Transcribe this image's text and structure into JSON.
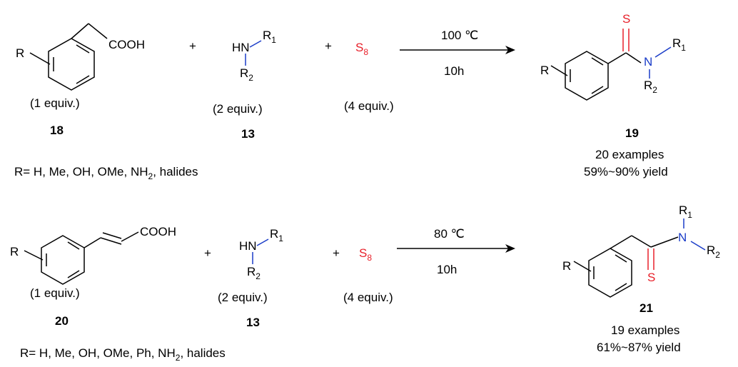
{
  "reaction1": {
    "r": "R",
    "acid_group": "COOH",
    "amine": {
      "hn": "HN",
      "r1": "R",
      "r1_sub": "1",
      "r2": "R",
      "r2_sub": "2"
    },
    "sulfur": {
      "s": "S",
      "sub": "8"
    },
    "condition_top": "100 ℃",
    "condition_bottom": "10h",
    "equiv_acid": "(1 equiv.)",
    "equiv_amine": "(2 equiv.)",
    "equiv_sulfur": "(4 equiv.)",
    "id_acid": "18",
    "id_amine": "13",
    "id_product": "19",
    "product": {
      "s": "S",
      "n": "N",
      "r": "R",
      "r1": "R",
      "r1_sub": "1",
      "r2": "R",
      "r2_sub": "2"
    },
    "examples": "20 examples",
    "yield": "59%~90% yield",
    "r_def_prefix": "R= H, Me, OH, OMe, NH",
    "r_def_sub": "2",
    "r_def_suffix": ", halides"
  },
  "reaction2": {
    "r": "R",
    "acid_group": "COOH",
    "amine": {
      "hn": "HN",
      "r1": "R",
      "r1_sub": "1",
      "r2": "R",
      "r2_sub": "2"
    },
    "sulfur": {
      "s": "S",
      "sub": "8"
    },
    "condition_top": "80 ℃",
    "condition_bottom": "10h",
    "equiv_acid": "(1 equiv.)",
    "equiv_amine": "(2 equiv.)",
    "equiv_sulfur": "(4 equiv.)",
    "id_acid": "20",
    "id_amine": "13",
    "id_product": "21",
    "product": {
      "s": "S",
      "n": "N",
      "r": "R",
      "r1": "R",
      "r1_sub": "1",
      "r2": "R",
      "r2_sub": "2"
    },
    "examples": "19 examples",
    "yield": "61%~87% yield",
    "r_def_prefix": "R= H, Me, OH, OMe, Ph, NH",
    "r_def_sub": "2",
    "r_def_suffix": ", halides"
  },
  "plus_sign": "+",
  "colors": {
    "sulfur": "#e8202a",
    "nitrogen": "#1a3cc8",
    "text": "#000000"
  }
}
